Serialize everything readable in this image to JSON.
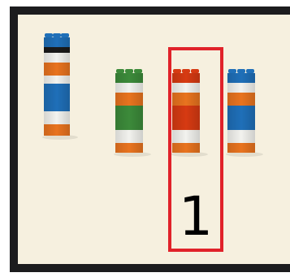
{
  "step": {
    "number": "1"
  },
  "colors": {
    "background": "#f6f0df",
    "frame": "#1c1c1e",
    "highlight": "#e0222a",
    "blue": "#1f6fb8",
    "orange": "#e8731f",
    "red": "#d63a12",
    "green": "#3c8a3a",
    "white": "#f2f2ee",
    "black": "#1a1a1a"
  },
  "towers": [
    {
      "top_brick": "blue",
      "layers": [
        "black",
        "white",
        "orange",
        "white",
        "blue",
        "white",
        "orange"
      ]
    },
    {
      "top_brick": "green",
      "layers": [
        "white",
        "orange",
        "green",
        "white",
        "orange"
      ]
    },
    {
      "top_brick": "red",
      "layers": [
        "white",
        "orange",
        "red",
        "white",
        "orange"
      ]
    },
    {
      "top_brick": "blue",
      "layers": [
        "white",
        "orange",
        "blue",
        "white",
        "orange"
      ]
    }
  ]
}
